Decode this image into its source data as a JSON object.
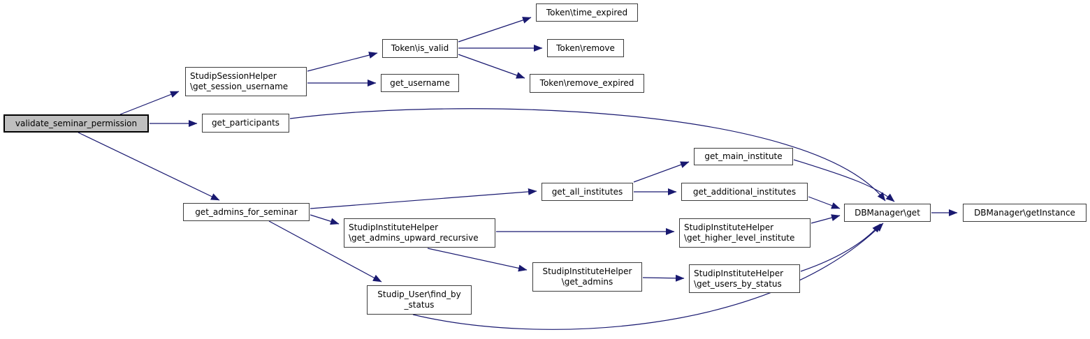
{
  "diagram": {
    "type": "call-graph",
    "background_color": "#ffffff",
    "edge_color": "#191970",
    "node_fill": "#ffffff",
    "node_border_color": "#3c3c3c",
    "highlight_node_fill": "#bfbfbf",
    "highlight_node_border": "#000000"
  },
  "nodes": [
    {
      "id": "validate_seminar_permission",
      "label": "validate_seminar_permission",
      "highlighted": true
    },
    {
      "id": "get_participants",
      "label": "get_participants",
      "highlighted": false
    },
    {
      "id": "get_session_username",
      "label": "StudipSessionHelper\n\\get_session_username",
      "highlighted": false
    },
    {
      "id": "token_is_valid",
      "label": "Token\\is_valid",
      "highlighted": false
    },
    {
      "id": "get_username",
      "label": "get_username",
      "highlighted": false
    },
    {
      "id": "token_time_expired",
      "label": "Token\\time_expired",
      "highlighted": false
    },
    {
      "id": "token_remove",
      "label": "Token\\remove",
      "highlighted": false
    },
    {
      "id": "token_remove_expired",
      "label": "Token\\remove_expired",
      "highlighted": false
    },
    {
      "id": "get_admins_for_seminar",
      "label": "get_admins_for_seminar",
      "highlighted": false
    },
    {
      "id": "get_all_institutes",
      "label": "get_all_institutes",
      "highlighted": false
    },
    {
      "id": "get_main_institute",
      "label": "get_main_institute",
      "highlighted": false
    },
    {
      "id": "get_additional_institutes",
      "label": "get_additional_institutes",
      "highlighted": false
    },
    {
      "id": "get_admins_upward_recursive",
      "label": "StudipInstituteHelper\n\\get_admins_upward_recursive",
      "highlighted": false
    },
    {
      "id": "get_higher_level_institute",
      "label": "StudipInstituteHelper\n\\get_higher_level_institute",
      "highlighted": false
    },
    {
      "id": "get_admins",
      "label": "StudipInstituteHelper\n\\get_admins",
      "highlighted": false
    },
    {
      "id": "get_users_by_status",
      "label": "StudipInstituteHelper\n\\get_users_by_status",
      "highlighted": false
    },
    {
      "id": "find_by_status",
      "label": "Studip_User\\find_by\n_status",
      "highlighted": false
    },
    {
      "id": "dbmanager_get",
      "label": "DBManager\\get",
      "highlighted": false
    },
    {
      "id": "dbmanager_getinstance",
      "label": "DBManager\\getInstance",
      "highlighted": false
    }
  ],
  "edges": [
    {
      "from": "validate_seminar_permission",
      "to": "StudipSessionHelper\\get_session_username"
    },
    {
      "from": "validate_seminar_permission",
      "to": "get_participants"
    },
    {
      "from": "validate_seminar_permission",
      "to": "get_admins_for_seminar"
    },
    {
      "from": "StudipSessionHelper\\get_session_username",
      "to": "Token\\is_valid"
    },
    {
      "from": "StudipSessionHelper\\get_session_username",
      "to": "get_username"
    },
    {
      "from": "Token\\is_valid",
      "to": "Token\\time_expired"
    },
    {
      "from": "Token\\is_valid",
      "to": "Token\\remove"
    },
    {
      "from": "Token\\is_valid",
      "to": "Token\\remove_expired"
    },
    {
      "from": "get_participants",
      "to": "DBManager\\get"
    },
    {
      "from": "get_admins_for_seminar",
      "to": "get_all_institutes"
    },
    {
      "from": "get_admins_for_seminar",
      "to": "StudipInstituteHelper\\get_admins_upward_recursive"
    },
    {
      "from": "get_admins_for_seminar",
      "to": "Studip_User\\find_by_status"
    },
    {
      "from": "get_all_institutes",
      "to": "get_main_institute"
    },
    {
      "from": "get_all_institutes",
      "to": "get_additional_institutes"
    },
    {
      "from": "get_main_institute",
      "to": "DBManager\\get"
    },
    {
      "from": "get_additional_institutes",
      "to": "DBManager\\get"
    },
    {
      "from": "StudipInstituteHelper\\get_admins_upward_recursive",
      "to": "StudipInstituteHelper\\get_higher_level_institute"
    },
    {
      "from": "StudipInstituteHelper\\get_admins_upward_recursive",
      "to": "StudipInstituteHelper\\get_admins"
    },
    {
      "from": "StudipInstituteHelper\\get_admins",
      "to": "StudipInstituteHelper\\get_users_by_status"
    },
    {
      "from": "StudipInstituteHelper\\get_higher_level_institute",
      "to": "DBManager\\get"
    },
    {
      "from": "StudipInstituteHelper\\get_users_by_status",
      "to": "DBManager\\get"
    },
    {
      "from": "Studip_User\\find_by_status",
      "to": "DBManager\\get"
    },
    {
      "from": "DBManager\\get",
      "to": "DBManager\\getInstance"
    }
  ]
}
